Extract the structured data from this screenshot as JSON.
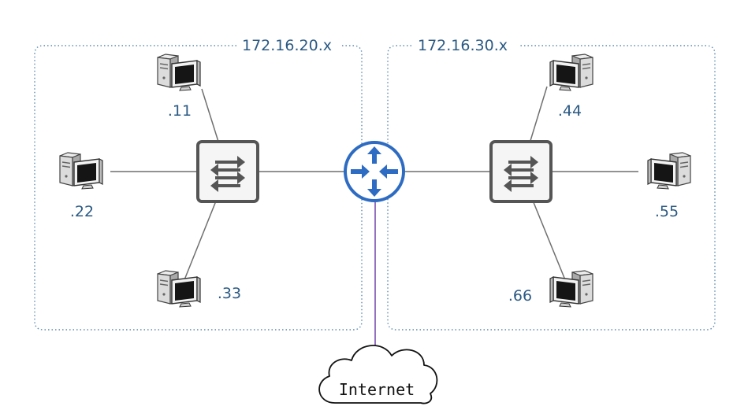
{
  "networks": [
    {
      "subnet": "172.16.20.x",
      "hosts": [
        ".11",
        ".22",
        ".33"
      ]
    },
    {
      "subnet": "172.16.30.x",
      "hosts": [
        ".44",
        ".55",
        ".66"
      ]
    }
  ],
  "router": {
    "icon": "router-icon"
  },
  "switch": {
    "icon": "switch-icon"
  },
  "computer": {
    "icon": "desktop-computer-icon"
  },
  "internet": {
    "label": "Internet",
    "icon": "cloud-icon"
  },
  "colors": {
    "label": "#2b5a84",
    "router": "#2d6cc2",
    "uplink": "#7a4fb0",
    "line": "#6f6f6f",
    "switch": "#555555",
    "boundary": "#5b8bb0"
  }
}
